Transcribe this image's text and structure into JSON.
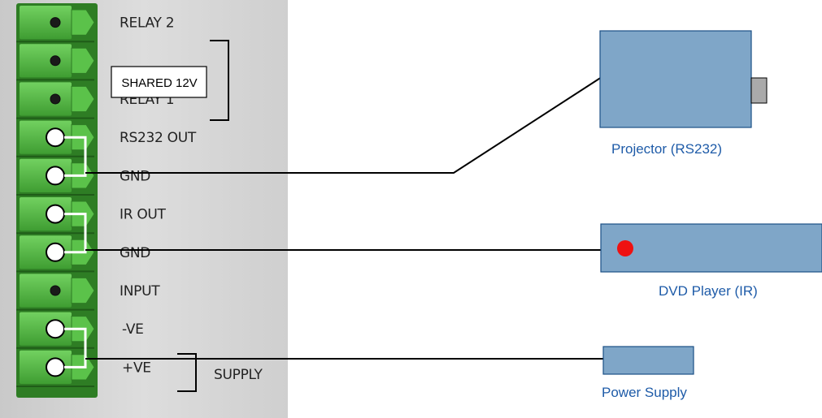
{
  "colors": {
    "panel": "#d5d5d5",
    "terminal": "#5bc24a",
    "terminal_dark": "#2e7d24",
    "device": "#7fa6c8",
    "device_border": "#1b4f86",
    "label_blue": "#1e5ba8",
    "ir_dot": "#ee1111",
    "wire": "#000000",
    "link": "#ffffff"
  },
  "panel": {
    "terminals": [
      {
        "label": "RELAY 2",
        "wired": false
      },
      {
        "label": "",
        "wired": false
      },
      {
        "label": "RELAY 1",
        "wired": false
      },
      {
        "label": "RS232 OUT",
        "wired": true
      },
      {
        "label": "GND",
        "wired": true
      },
      {
        "label": "IR OUT",
        "wired": true
      },
      {
        "label": "GND",
        "wired": true
      },
      {
        "label": "INPUT",
        "wired": false
      },
      {
        "label": "-VE",
        "wired": true
      },
      {
        "label": "+VE",
        "wired": true
      }
    ],
    "shared_label": "SHARED 12V",
    "supply_label": "SUPPLY"
  },
  "devices": {
    "projector": {
      "label": "Projector (RS232)",
      "icon": "projector-icon"
    },
    "dvd": {
      "label": "DVD Player (IR)",
      "icon": "dvd-player-icon"
    },
    "power": {
      "label": "Power Supply",
      "icon": "power-supply-icon"
    }
  }
}
